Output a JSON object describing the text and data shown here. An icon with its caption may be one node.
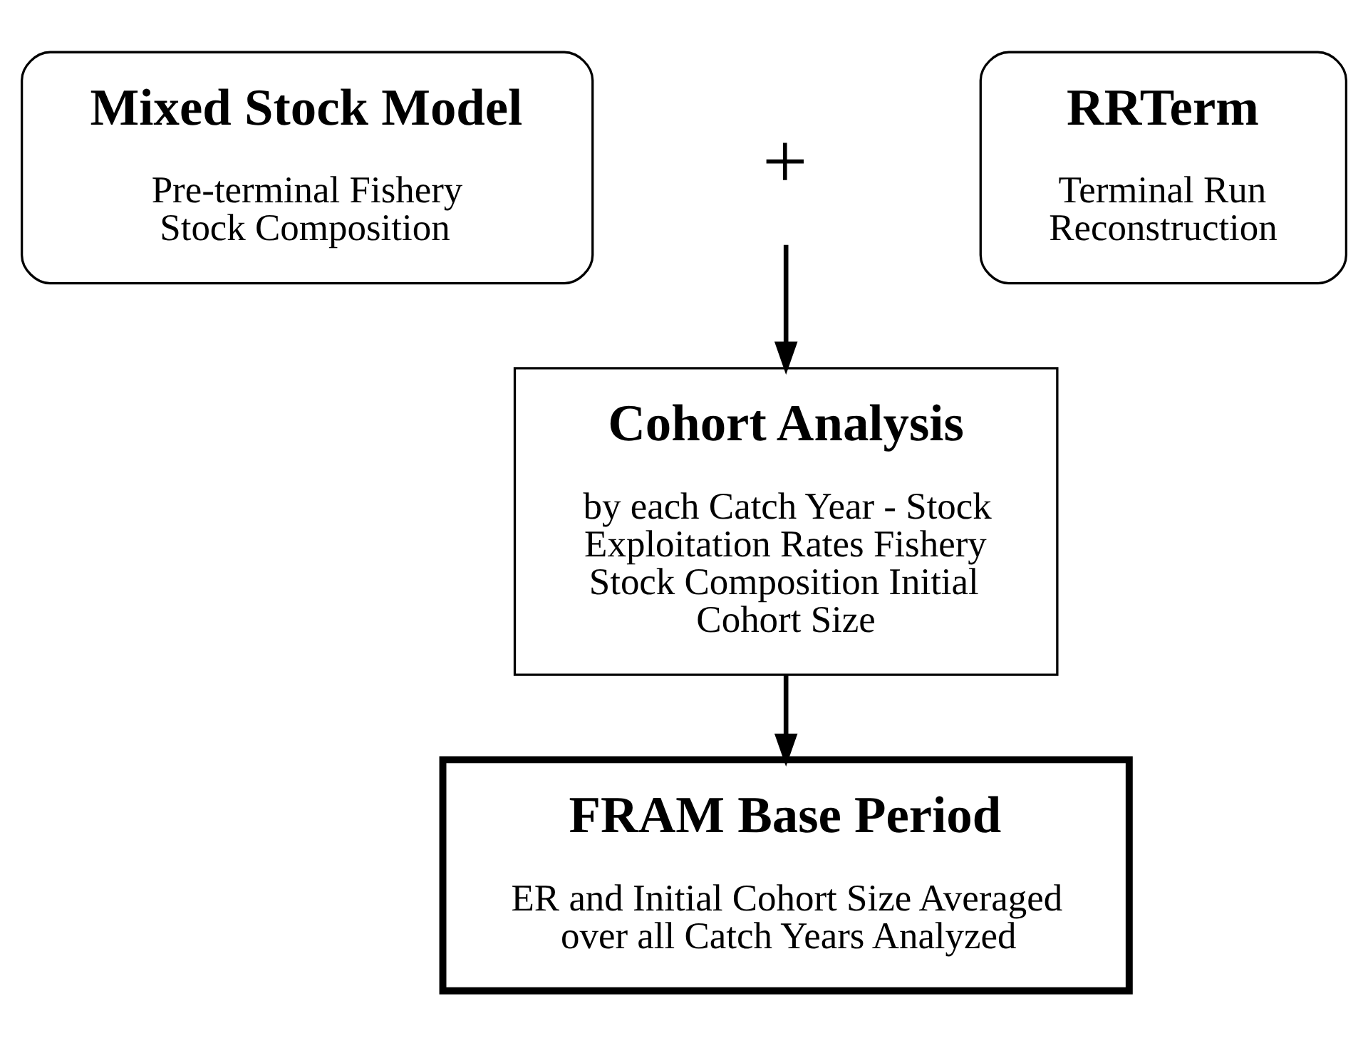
{
  "diagram": {
    "nodes": [
      {
        "text": [
          "Mixed Stock Model",
          "Pre-terminal Fishery Stock Composition"
        ]
      },
      {
        "text": [
          "RRTerm",
          "Terminal Run Reconstruction"
        ]
      },
      {
        "text": [
          "+"
        ]
      },
      {
        "text": [
          "Cohort Analysis",
          "by each Catch Year - Stock Exploitation Rates Fishery Stock Composition Initial Cohort Size"
        ]
      },
      {
        "text": [
          "FRAM Base Period",
          "ER and Initial Cohort Size Averaged over all Catch Years Analyzed"
        ]
      }
    ],
    "edges": [
      {
        "from": 2,
        "to": 3,
        "arrow": "to"
      },
      {
        "from": 3,
        "to": 4,
        "arrow": "to"
      }
    ]
  }
}
